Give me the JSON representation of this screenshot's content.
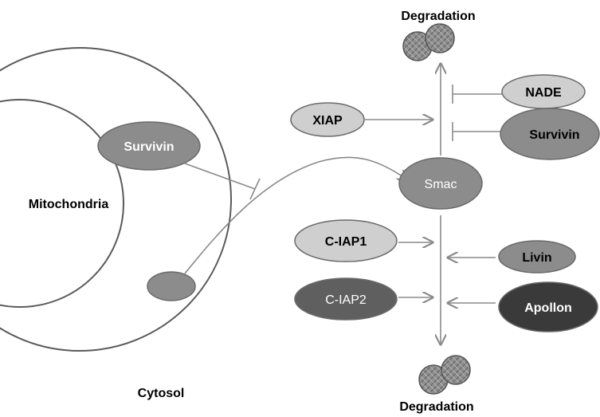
{
  "labels": {
    "degradation_top": "Degradation",
    "degradation_bottom": "Degradation",
    "mitochondria": "Mitochondria",
    "cytosol": "Cytosol"
  },
  "proteins": {
    "survivin_mito": "Survivin",
    "xiap": "XIAP",
    "nade": "NADE",
    "survivin_cyto": "Survivin",
    "smac": "Smac",
    "ciap1": "C-IAP1",
    "ciap2": "C-IAP2",
    "livin": "Livin",
    "apollon": "Apollon"
  },
  "colors": {
    "light_oval": "#cfcfcf",
    "medium_oval": "#8c8c8c",
    "dark_oval": "#5f5f5f",
    "darkest_oval": "#3a3a3a",
    "line": "#8a8a8a"
  }
}
